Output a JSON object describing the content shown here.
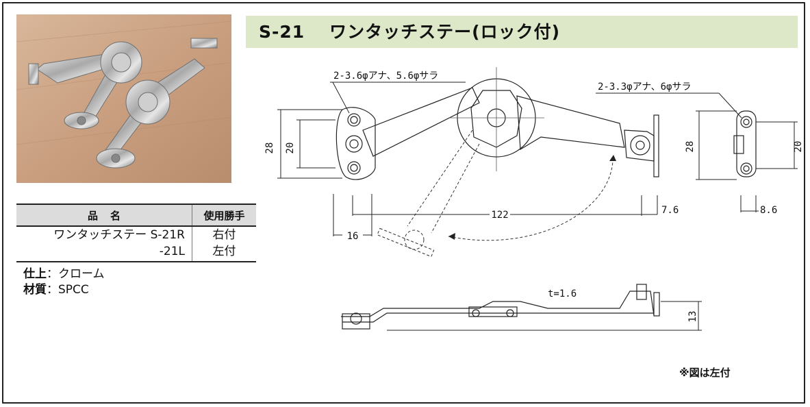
{
  "header": {
    "model": "S-21",
    "name": "ワンタッチステー(ロック付)"
  },
  "spec_table": {
    "headers": [
      "品名",
      "使用勝手"
    ],
    "rows": [
      {
        "name": "ワンタッチステー S-21R",
        "hand": "右付"
      },
      {
        "name": "-21L",
        "hand": "左付"
      }
    ]
  },
  "finish": {
    "label": "仕上",
    "value": "：クローム"
  },
  "material": {
    "label": "材質",
    "value": "：SPCC"
  },
  "drawing": {
    "hole_note_left": "2-3.6φアナ、5.6φサラ",
    "hole_note_right": "2-3.3φアナ、6φサラ",
    "dim_28_left": "28",
    "dim_20_left": "20",
    "dim_16": "16",
    "dim_122": "122",
    "dim_7_6": "7.6",
    "dim_28_right": "28",
    "dim_20_right": "20",
    "dim_8_6": "8.6",
    "thickness": "t=1.6",
    "dim_13": "13"
  },
  "note": "※図は左付"
}
